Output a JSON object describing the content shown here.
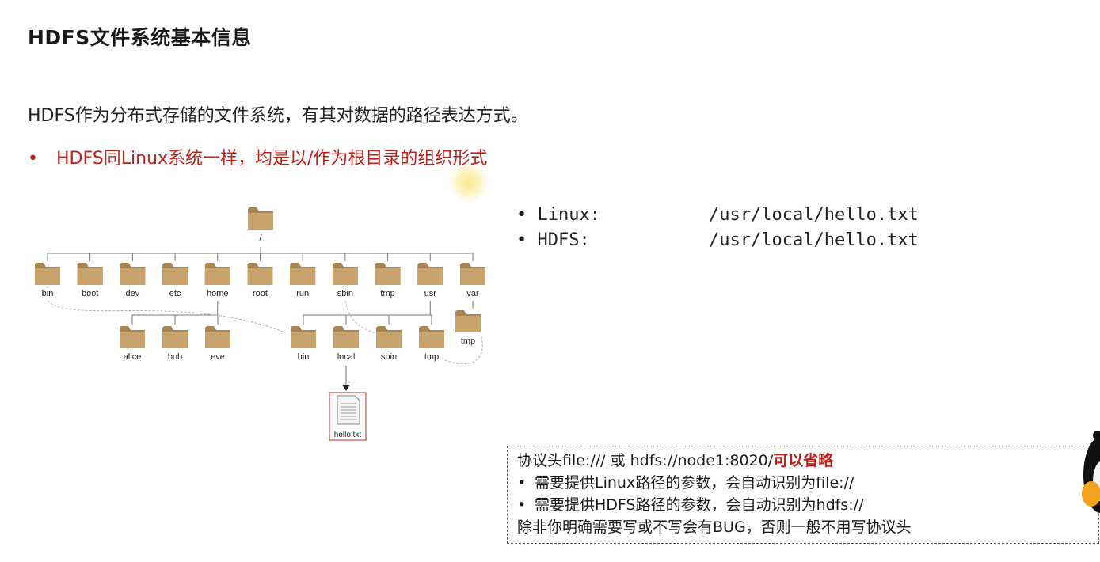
{
  "title": "HDFS文件系统基本信息",
  "intro": "HDFS作为分布式存储的文件系统，有其对数据的路径表达方式。",
  "bullet": {
    "marker": "•",
    "text": "HDFS同Linux系统一样，均是以/作为根目录的组织形式"
  },
  "paths": [
    {
      "label": "• Linux:",
      "value": "/usr/local/hello.txt"
    },
    {
      "label": "• HDFS:",
      "value": "/usr/local/hello.txt"
    }
  ],
  "tree": {
    "root": "/",
    "level1": [
      "bin",
      "boot",
      "dev",
      "etc",
      "home",
      "root",
      "run",
      "sbin",
      "tmp",
      "usr",
      "var"
    ],
    "home_children": [
      "alice",
      "bob",
      "eve"
    ],
    "usr_children": [
      "bin",
      "local",
      "sbin",
      "tmp"
    ],
    "var_children": [
      "tmp"
    ],
    "file": "hello.txt"
  },
  "note": {
    "line1_prefix": "协议头file:/// 或 hdfs://node1:8020/",
    "line1_red": "可以省略",
    "items": [
      "需要提供Linux路径的参数，会自动识别为file://",
      "需要提供HDFS路径的参数，会自动识别为hdfs://"
    ],
    "bullet_marker": "•",
    "last": "除非你明确需要写或不写会有BUG，否则一般不用写协议头"
  },
  "colors": {
    "accent_red": "#c0201b",
    "folder": "#c9a36d",
    "folder_dark": "#a88552"
  }
}
